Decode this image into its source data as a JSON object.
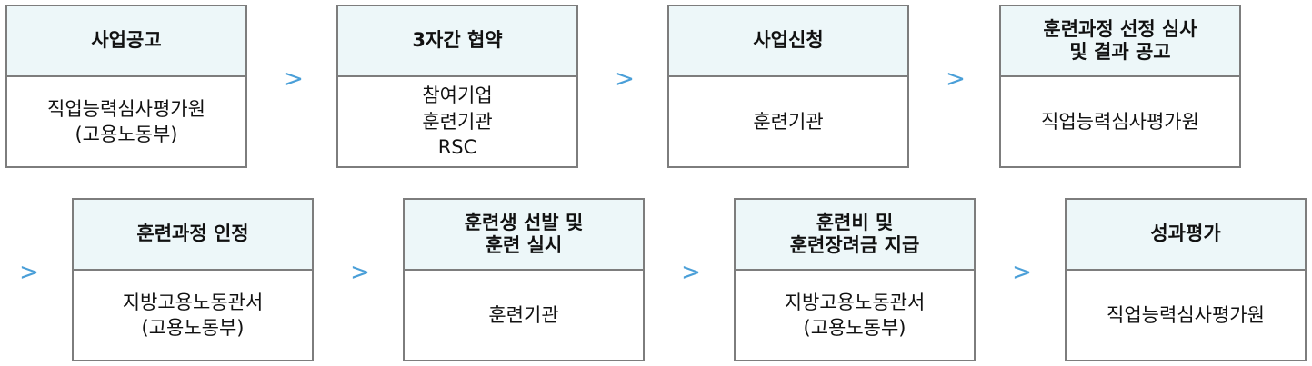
{
  "accent_color": "#4a9fd8",
  "arrow_glyph": ">",
  "steps": [
    {
      "title": "사업공고",
      "body": "직업능력심사평가원\n(고용노동부)"
    },
    {
      "title": "3자간 협약",
      "body": "참여기업\n훈련기관\nRSC"
    },
    {
      "title": "사업신청",
      "body": "훈련기관"
    },
    {
      "title": "훈련과정 선정 심사\n및 결과 공고",
      "body": "직업능력심사평가원"
    },
    {
      "title": "훈련과정 인정",
      "body": "지방고용노동관서\n(고용노동부)"
    },
    {
      "title": "훈련생 선발 및\n훈련 실시",
      "body": "훈련기관"
    },
    {
      "title": "훈련비 및\n훈련장려금 지급",
      "body": "지방고용노동관서\n(고용노동부)"
    },
    {
      "title": "성과평가",
      "body": "직업능력심사평가원"
    }
  ]
}
